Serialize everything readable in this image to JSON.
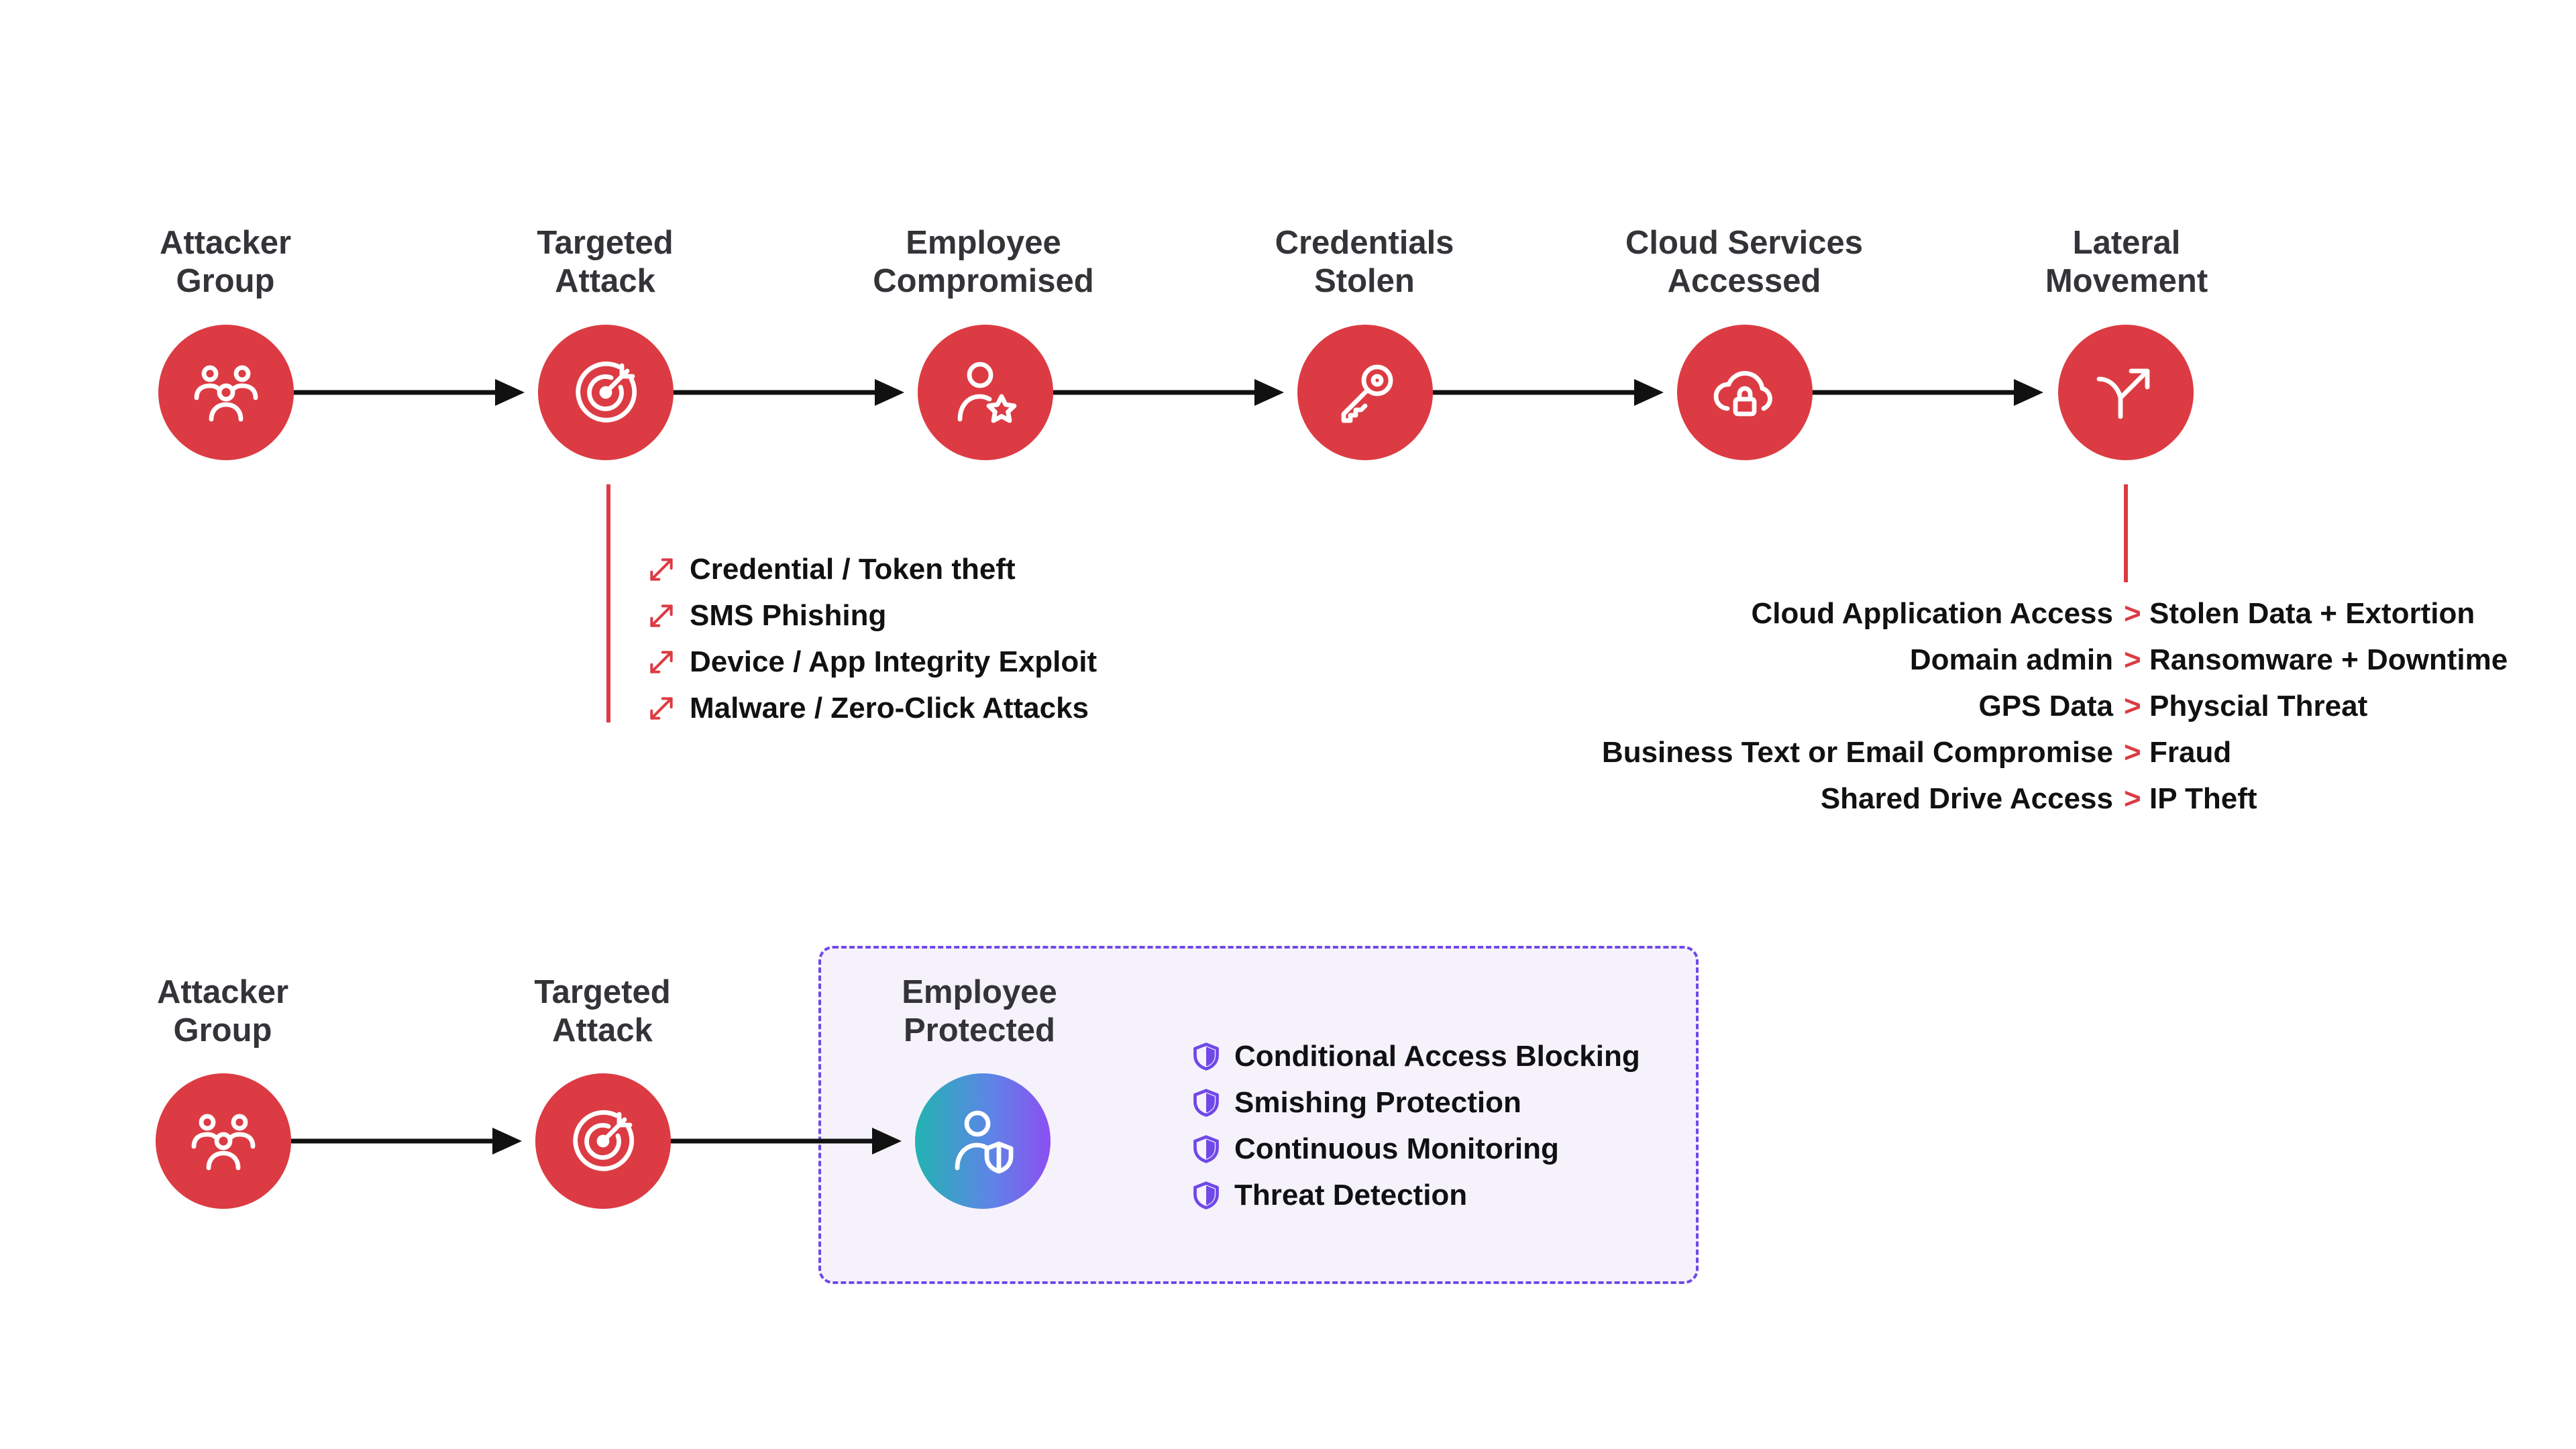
{
  "attack_chain": {
    "stages": [
      {
        "title_line1": "Attacker",
        "title_line2": "Group",
        "icon": "users-icon"
      },
      {
        "title_line1": "Targeted",
        "title_line2": "Attack",
        "icon": "target-icon"
      },
      {
        "title_line1": "Employee",
        "title_line2": "Compromised",
        "icon": "user-star-icon"
      },
      {
        "title_line1": "Credentials",
        "title_line2": "Stolen",
        "icon": "key-icon"
      },
      {
        "title_line1": "Cloud Services",
        "title_line2": "Accessed",
        "icon": "cloud-lock-icon"
      },
      {
        "title_line1": "Lateral",
        "title_line2": "Movement",
        "icon": "split-arrow-icon"
      }
    ],
    "attack_vectors": [
      "Credential / Token theft",
      "SMS Phishing",
      "Device / App Integrity Exploit",
      "Malware / Zero-Click Attacks"
    ],
    "impacts": [
      {
        "source": "Cloud Application Access",
        "result": "Stolen Data + Extortion"
      },
      {
        "source": "Domain admin",
        "result": "Ransomware + Downtime"
      },
      {
        "source": "GPS Data",
        "result": "Physcial Threat"
      },
      {
        "source": "Business Text or Email Compromise",
        "result": "Fraud"
      },
      {
        "source": "Shared Drive Access",
        "result": "IP Theft"
      }
    ],
    "separator": ">"
  },
  "protected_chain": {
    "stages": [
      {
        "title_line1": "Attacker",
        "title_line2": "Group",
        "icon": "users-icon"
      },
      {
        "title_line1": "Targeted",
        "title_line2": "Attack",
        "icon": "target-icon"
      },
      {
        "title_line1": "Employee",
        "title_line2": "Protected",
        "icon": "user-shield-icon"
      }
    ],
    "protections": [
      "Conditional Access Blocking",
      "Smishing Protection",
      "Continuous Monitoring",
      "Threat Detection"
    ]
  },
  "colors": {
    "accent_red": "#dc3b43",
    "protect_purple": "#7048e8",
    "protect_bg": "#f5f2fb",
    "gradient_start": "#22b3b0",
    "gradient_end": "#8c4ff2"
  }
}
